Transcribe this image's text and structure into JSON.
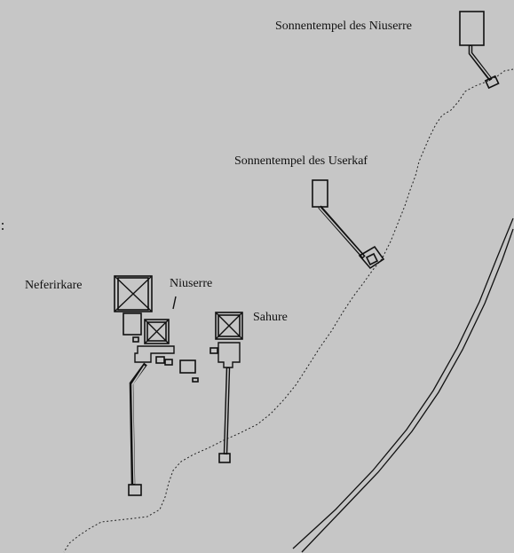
{
  "labels": {
    "sun_temple_niuserre": "Sonnentempel des Niuserre",
    "sun_temple_userkaf": "Sonnentempel des Userkaf",
    "neferirkare": "Neferirkare",
    "niuserre": "Niuserre",
    "sahure": "Sahure"
  },
  "colors": {
    "background": "#c6c6c6",
    "ink": "#111111"
  }
}
